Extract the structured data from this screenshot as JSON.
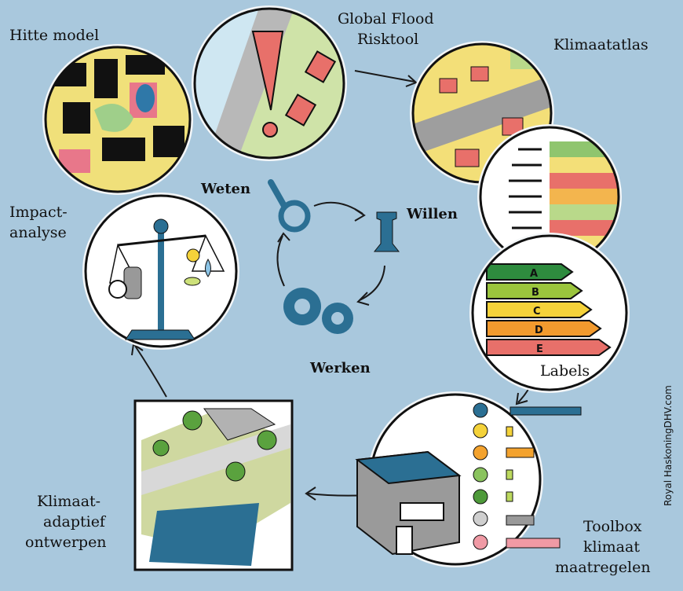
{
  "labels": {
    "hitte": "Hitte model",
    "flood_line1": "Global Flood",
    "flood_line2": "Risktool",
    "klimaatatlas": "Klimaatatlas",
    "impact_line1": "Impact-",
    "impact_line2": "analyse",
    "labels": "Labels",
    "toolbox_line1": "Toolbox",
    "toolbox_line2": "klimaat",
    "toolbox_line3": "maatregelen",
    "adapt_line1": "Klimaat-",
    "adapt_line2": "adaptief",
    "adapt_line3": "ontwerpen"
  },
  "cycle": {
    "weten": "Weten",
    "willen": "Willen",
    "werken": "Werken"
  },
  "energy_labels": [
    "A",
    "B",
    "C",
    "D",
    "E"
  ],
  "energy_colors": [
    "#2e8b3e",
    "#9bc53d",
    "#f5d23a",
    "#f29a2e",
    "#e8706a"
  ],
  "credit": "Royal HaskoningDHV.com",
  "colors": {
    "background": "#a9c8dd",
    "accent_blue": "#2b6f93",
    "circle_fill": "#ffffff"
  }
}
